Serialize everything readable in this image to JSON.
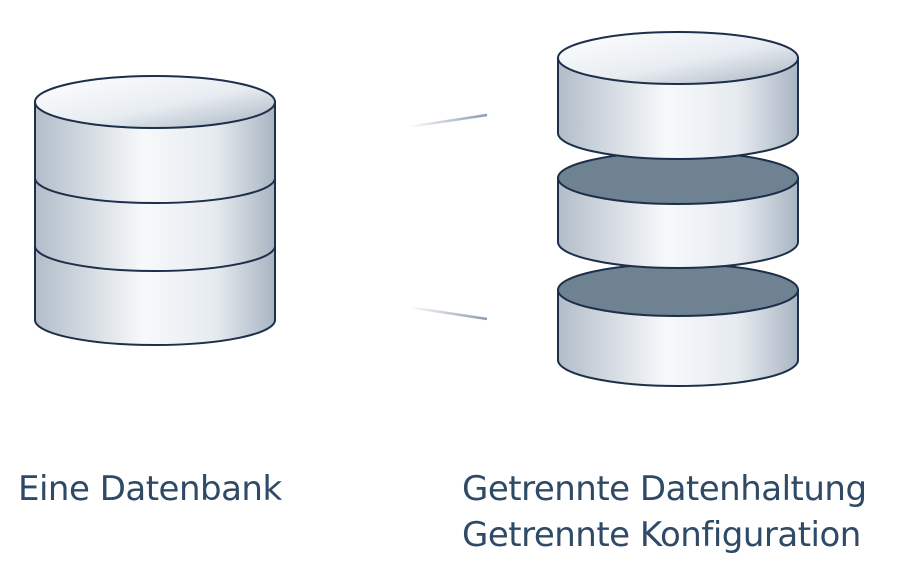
{
  "captions": {
    "single_database": "Eine Datenbank",
    "separate_storage": "Getrennte Datenhaltung",
    "separate_configuration": "Getrennte Konfiguration"
  },
  "colors": {
    "stroke": "#1d2f4a",
    "text": "#2f4a66",
    "cylinder_light": "#f6f8fa",
    "cylinder_dark": "#aab6c3",
    "inner_top": "#6e8291",
    "connector": "#8a9cb0"
  }
}
